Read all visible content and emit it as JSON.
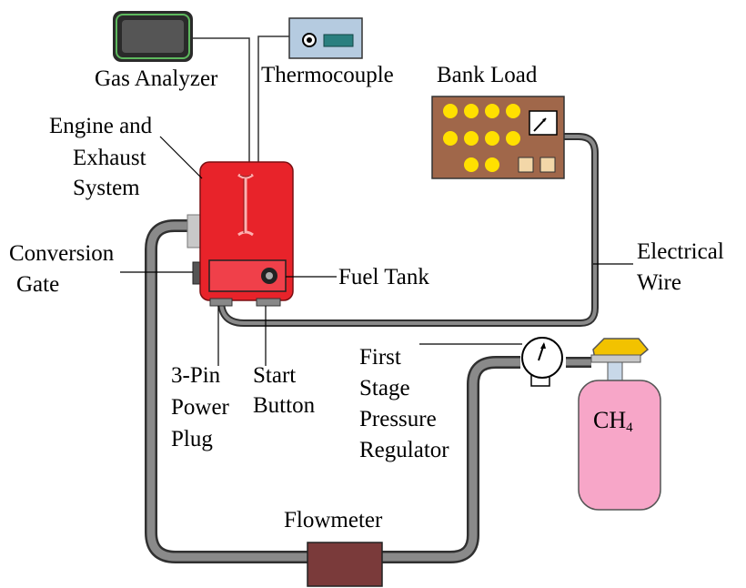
{
  "labels": {
    "gas_analyzer": "Gas Analyzer",
    "thermocouple": "Thermocouple",
    "bank_load": "Bank Load",
    "engine_line1": "Engine and",
    "engine_line2": "Exhaust",
    "engine_line3": "System",
    "conversion_line1": "Conversion",
    "conversion_line2": "Gate",
    "fuel_tank": "Fuel Tank",
    "electrical_line1": "Electrical",
    "electrical_line2": "Wire",
    "plug_line1": "3-Pin",
    "plug_line2": "Power",
    "plug_line3": "Plug",
    "start_line1": "Start",
    "start_line2": "Button",
    "regulator_line1": "First",
    "regulator_line2": "Stage",
    "regulator_line3": "Pressure",
    "regulator_line4": "Regulator",
    "flowmeter": "Flowmeter",
    "cylinder_main": "CH",
    "cylinder_sub": "4"
  },
  "colors": {
    "engine_body": "#e8232a",
    "fuel_tank": "#f0404a",
    "bank_load_panel": "#a0674a",
    "bulbs": "#ffe000",
    "flowmeter": "#7a3a3a",
    "cylinder": "#f7a6c8",
    "cylinder_cap": "#f2c200",
    "thermocouple_box": "#b5cbe0",
    "gas_line": "#808080",
    "analyzer_screen": "#555555"
  }
}
